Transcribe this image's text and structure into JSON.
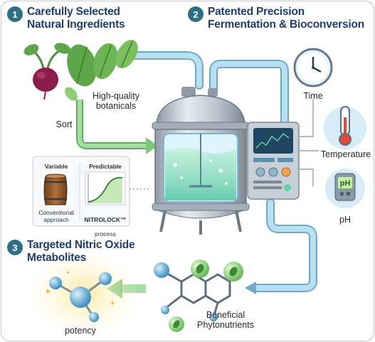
{
  "steps": [
    {
      "number": "1",
      "title": "Carefully Selected\nNatural Ingredients"
    },
    {
      "number": "2",
      "title": "Patented Precision\nFermentation & Bioconversion"
    },
    {
      "number": "3",
      "title": "Targeted Nitric Oxide\nMetabolites"
    }
  ],
  "labels": {
    "botanicals": "High-quality\nbotanicals",
    "sort": "Sort",
    "time": "Time",
    "temperature": "Temperature",
    "ph": "pH",
    "ph_meter": "pH",
    "phytonutrients": "Beneficial\nPhytonutrients",
    "potency": "potency"
  },
  "comparison": {
    "left_heading": "Variable",
    "right_heading": "Predictable",
    "left_caption": "Conventional\napproach",
    "right_caption_brand": "NITROLOCK™",
    "right_caption_rest": "process"
  },
  "colors": {
    "badge": "#2e6f86",
    "title": "#1f3d6b",
    "pipe": "#8fc7de",
    "arrow_green": "#7cc77f",
    "tank_liquid": "#9ee6c8",
    "leaf": "#5fa64a",
    "beet": "#8b1d4a"
  },
  "icons": [
    "beet-icon",
    "leaf-icon",
    "clock-icon",
    "thermometer-icon",
    "ph-meter-icon",
    "fermentation-tank-icon",
    "control-panel-icon",
    "barrel-icon",
    "molecule-icon"
  ]
}
